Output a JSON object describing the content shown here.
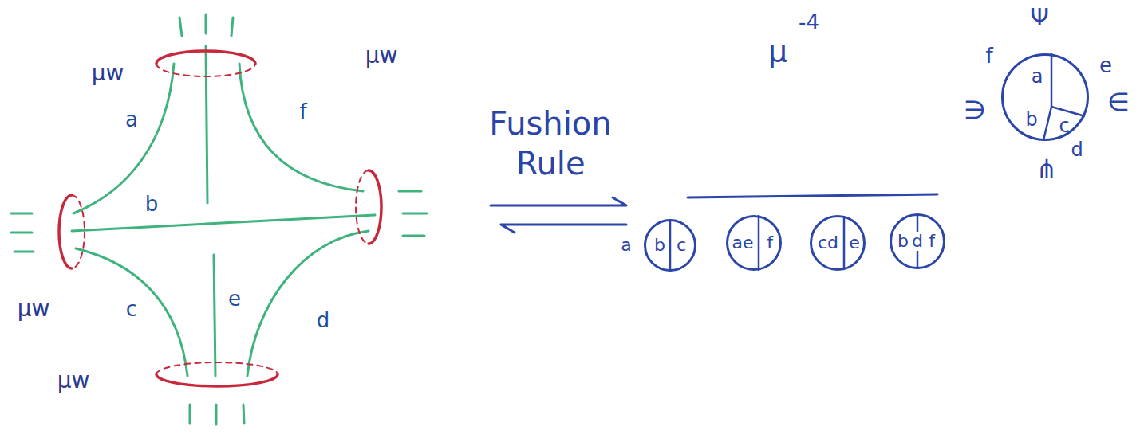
{
  "diagram": {
    "nodes": [
      {
        "text": [
          "a",
          "b",
          "c"
        ]
      },
      {
        "text": [
          "ae",
          "f"
        ]
      },
      {
        "text": [
          "cd",
          "e"
        ]
      },
      {
        "text": [
          "b",
          "d",
          "f"
        ]
      },
      {
        "text": [
          "a",
          "b",
          "c",
          "d"
        ]
      }
    ],
    "labels": [
      "μw",
      "μw",
      "μw",
      "μw",
      "a",
      "f",
      "b",
      "c",
      "e",
      "d",
      "Fushion Rule",
      "μ",
      "-4",
      "f",
      "e",
      "Ψ",
      "∈",
      "⋔",
      "∋"
    ]
  }
}
